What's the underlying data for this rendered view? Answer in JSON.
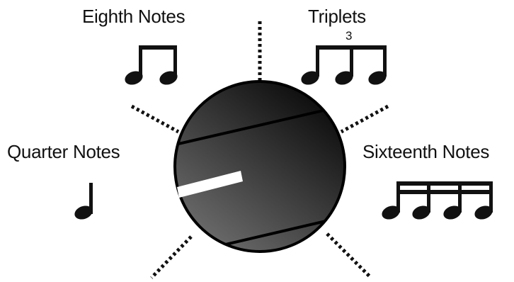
{
  "knob": {
    "selected_position": "Quarter Notes",
    "colors": {
      "gradient_dark": "#0d0d0d",
      "gradient_light": "#6b6b6b",
      "indicator": "#ffffff",
      "outline": "#000000"
    }
  },
  "positions": [
    {
      "id": "quarter",
      "label": "Quarter Notes",
      "icon": "quarter-note-icon"
    },
    {
      "id": "eighth",
      "label": "Eighth Notes",
      "icon": "eighth-notes-icon"
    },
    {
      "id": "triplet",
      "label": "Triplets",
      "icon": "triplet-notes-icon",
      "tuplet_number": "3"
    },
    {
      "id": "sixteenth",
      "label": "Sixteenth Notes",
      "icon": "sixteenth-notes-icon"
    }
  ]
}
